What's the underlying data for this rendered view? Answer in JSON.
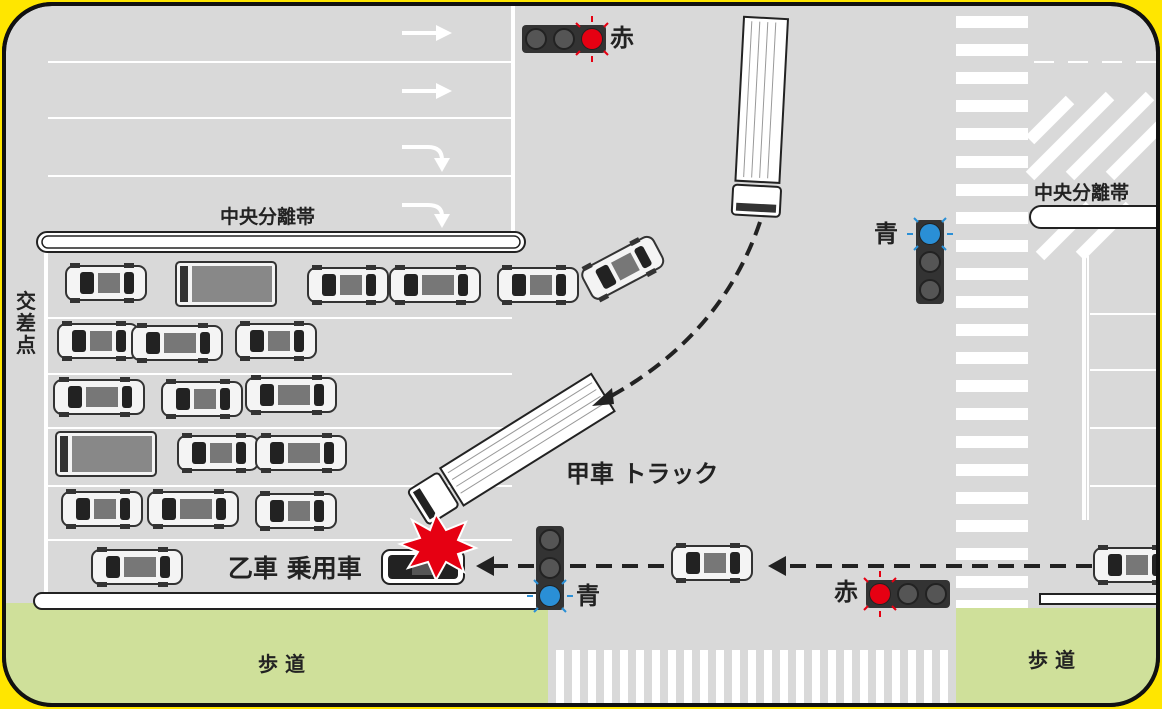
{
  "labels": {
    "median_left": "中央分離帯",
    "median_right": "中央分離帯",
    "intersection": "交差点",
    "sidewalk_left": "歩 道",
    "sidewalk_right": "歩 道",
    "vehicle_a": "甲車 トラック",
    "vehicle_b": "乙車 乗用車"
  },
  "signals": {
    "top": "赤",
    "median": "青",
    "bottom_center": "青",
    "bottom_right": "赤"
  },
  "colors": {
    "border": "#ffe600",
    "road": "#d9d9d9",
    "sidewalk": "#cfe09a",
    "red_light": "#e60012",
    "blue_light": "#2a8fd6",
    "crash": "#e60012"
  }
}
